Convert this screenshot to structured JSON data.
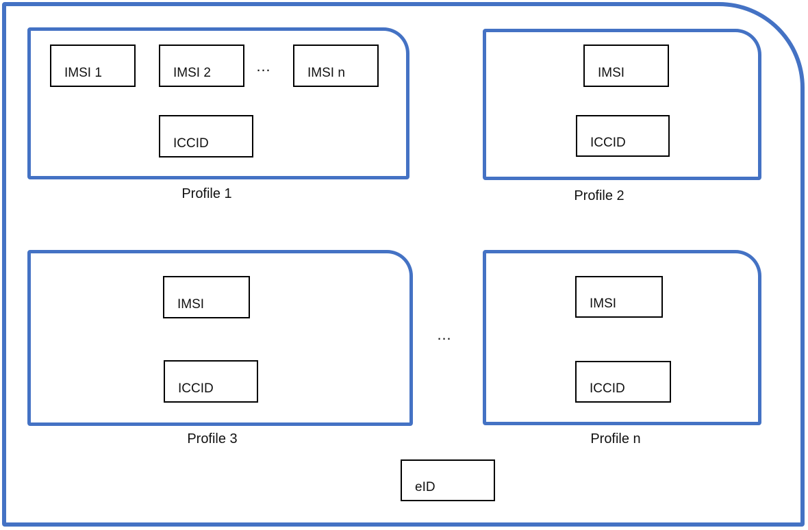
{
  "colors": {
    "accent_blue": "#4472C4",
    "box_border": "#000000",
    "text": "#111111"
  },
  "profile1": {
    "caption": "Profile 1",
    "imsi1": "IMSI 1",
    "imsi2": "IMSI 2",
    "imsi_ellipsis": "…",
    "imsi_n": "IMSI n",
    "iccid": "ICCID"
  },
  "profile2": {
    "caption": "Profile 2",
    "imsi": "IMSI",
    "iccid": "ICCID"
  },
  "profile3": {
    "caption": "Profile 3",
    "imsi": "IMSI",
    "iccid": "ICCID"
  },
  "profile_n": {
    "caption": "Profile n",
    "imsi": "IMSI",
    "iccid": "ICCID"
  },
  "profiles_ellipsis": "…",
  "eid": {
    "label": "eID"
  }
}
